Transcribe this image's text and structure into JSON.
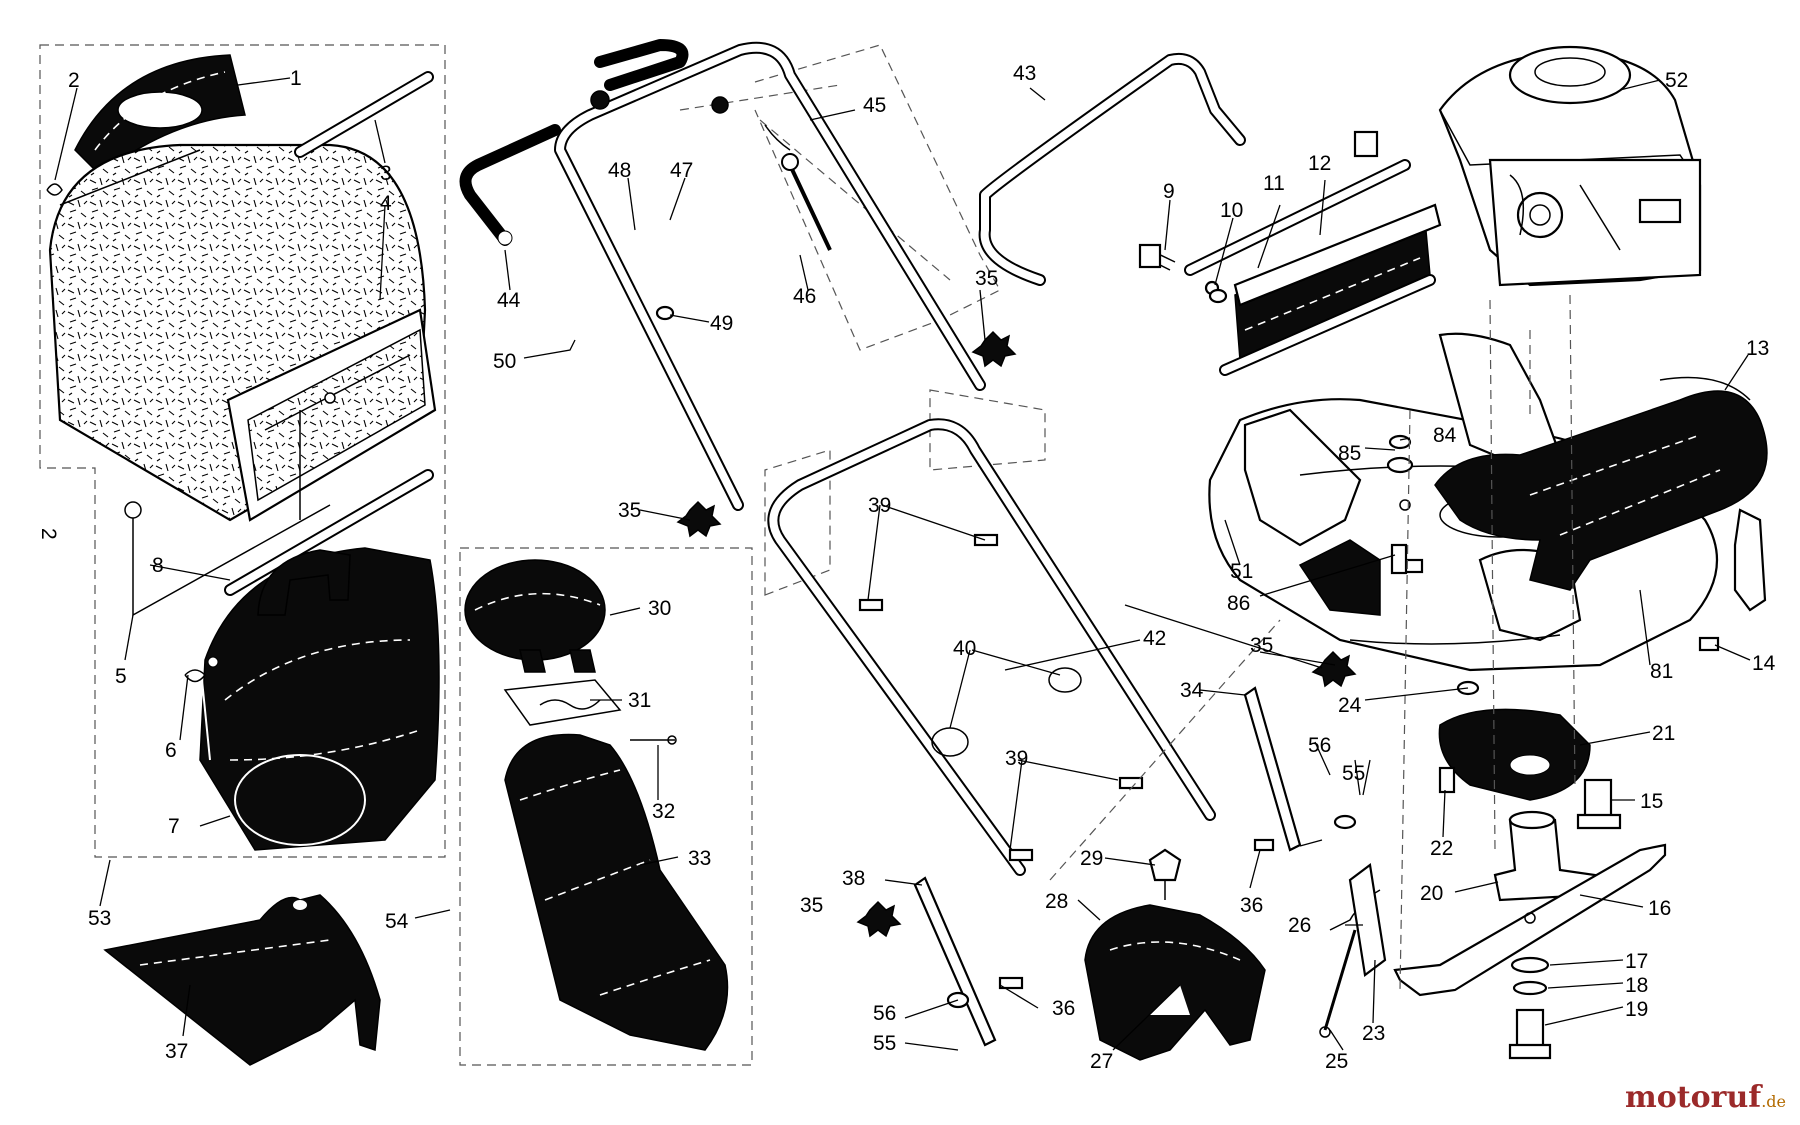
{
  "watermark": {
    "brand": "motoruf",
    "tld": ".de"
  },
  "side_mark": "2",
  "part_numbers": [
    "1",
    "2",
    "3",
    "4",
    "5",
    "6",
    "7",
    "8",
    "9",
    "10",
    "11",
    "12",
    "13",
    "14",
    "15",
    "16",
    "17",
    "18",
    "19",
    "20",
    "21",
    "22",
    "23",
    "24",
    "25",
    "26",
    "27",
    "28",
    "29",
    "30",
    "31",
    "32",
    "33",
    "34",
    "35",
    "36",
    "37",
    "38",
    "39",
    "40",
    "42",
    "43",
    "44",
    "45",
    "46",
    "47",
    "48",
    "49",
    "50",
    "51",
    "52",
    "53",
    "54",
    "55",
    "56",
    "81",
    "84",
    "85",
    "86"
  ]
}
